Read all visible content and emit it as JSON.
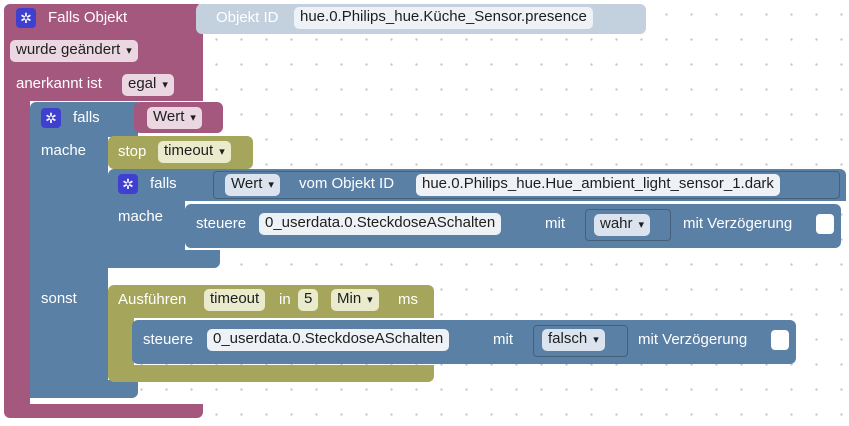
{
  "trigger": {
    "title": "Falls Objekt",
    "object_label": "Objekt ID",
    "object_id": "hue.0.Philips_hue.Küche_Sensor.presence",
    "condition": "wurde geändert",
    "acknowledged_label": "anerkannt ist",
    "acknowledged_value": "egal"
  },
  "if1": {
    "label": "falls",
    "value": "Wert",
    "then_label": "mache",
    "else_label": "sonst"
  },
  "stop": {
    "label": "stop",
    "value": "timeout"
  },
  "if2": {
    "label": "falls",
    "value": "Wert",
    "from_label": "vom Objekt ID",
    "object_id": "hue.0.Philips_hue.Hue_ambient_light_sensor_1.dark",
    "then_label": "mache"
  },
  "control1": {
    "label": "steuere",
    "target": "0_userdata.0.SteckdoseASchalten",
    "with_label": "mit",
    "value": "wahr",
    "delay_label": "mit Verzögerung"
  },
  "timeout": {
    "label": "Ausführen",
    "name": "timeout",
    "in_label": "in",
    "amount": "5",
    "unit": "Min",
    "suffix": "ms"
  },
  "control2": {
    "label": "steuere",
    "target": "0_userdata.0.SteckdoseASchalten",
    "with_label": "mit",
    "value": "falsch",
    "delay_label": "mit Verzögerung"
  },
  "colors": {
    "trigger": "#a5587e",
    "logic": "#5b80a5",
    "timer": "#a5a55b",
    "object_id": "#c3d0de",
    "gear": "#3f3fd0"
  }
}
